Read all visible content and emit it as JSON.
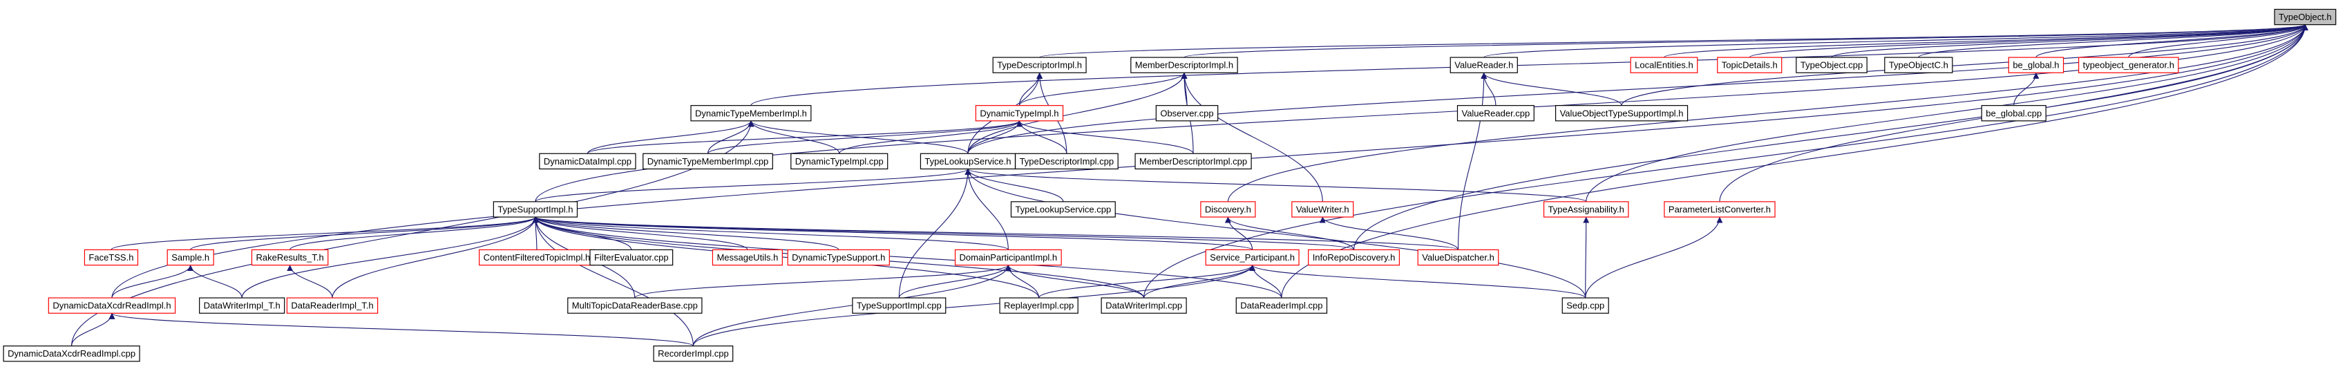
{
  "colors": {
    "edge": "#191970",
    "node_border": "#000000",
    "node_border_incomplete": "#ff0000",
    "root_fill": "#bfbfbf",
    "node_fill": "#ffffff"
  },
  "nodes": [
    {
      "id": "n0",
      "label": "TypeObject.h",
      "style": "root"
    },
    {
      "id": "n1",
      "label": "TypeDescriptorImpl.h",
      "style": "normal"
    },
    {
      "id": "n2",
      "label": "MemberDescriptorImpl.h",
      "style": "normal"
    },
    {
      "id": "n3",
      "label": "ValueReader.h",
      "style": "normal"
    },
    {
      "id": "n4",
      "label": "LocalEntities.h",
      "style": "red"
    },
    {
      "id": "n5",
      "label": "TopicDetails.h",
      "style": "red"
    },
    {
      "id": "n6",
      "label": "TypeObject.cpp",
      "style": "normal"
    },
    {
      "id": "n7",
      "label": "TypeObjectC.h",
      "style": "normal"
    },
    {
      "id": "n8",
      "label": "be_global.h",
      "style": "red"
    },
    {
      "id": "n9",
      "label": "typeobject_generator.h",
      "style": "red"
    },
    {
      "id": "n10",
      "label": "DynamicTypeMemberImpl.h",
      "style": "normal"
    },
    {
      "id": "n11",
      "label": "DynamicTypeImpl.h",
      "style": "red"
    },
    {
      "id": "n12",
      "label": "Observer.cpp",
      "style": "normal"
    },
    {
      "id": "n13",
      "label": "ValueReader.cpp",
      "style": "normal"
    },
    {
      "id": "n14",
      "label": "ValueObjectTypeSupportImpl.h",
      "style": "normal"
    },
    {
      "id": "n15",
      "label": "be_global.cpp",
      "style": "normal"
    },
    {
      "id": "n16",
      "label": "DynamicDataImpl.cpp",
      "style": "normal"
    },
    {
      "id": "n17",
      "label": "DynamicTypeMemberImpl.cpp",
      "style": "normal"
    },
    {
      "id": "n18",
      "label": "DynamicTypeImpl.cpp",
      "style": "normal"
    },
    {
      "id": "n19",
      "label": "TypeLookupService.h",
      "style": "normal"
    },
    {
      "id": "n20",
      "label": "TypeDescriptorImpl.cpp",
      "style": "normal"
    },
    {
      "id": "n21",
      "label": "MemberDescriptorImpl.cpp",
      "style": "normal"
    },
    {
      "id": "n22",
      "label": "TypeSupportImpl.h",
      "style": "normal"
    },
    {
      "id": "n23",
      "label": "TypeLookupService.cpp",
      "style": "normal"
    },
    {
      "id": "n24",
      "label": "Discovery.h",
      "style": "red"
    },
    {
      "id": "n25",
      "label": "ValueWriter.h",
      "style": "red"
    },
    {
      "id": "n26",
      "label": "TypeAssignability.h",
      "style": "red"
    },
    {
      "id": "n27",
      "label": "ParameterListConverter.h",
      "style": "red"
    },
    {
      "id": "n28",
      "label": "FaceTSS.h",
      "style": "red"
    },
    {
      "id": "n29",
      "label": "Sample.h",
      "style": "red"
    },
    {
      "id": "n30",
      "label": "RakeResults_T.h",
      "style": "red"
    },
    {
      "id": "n31",
      "label": "ContentFilteredTopicImpl.h",
      "style": "red"
    },
    {
      "id": "n32",
      "label": "FilterEvaluator.cpp",
      "style": "normal"
    },
    {
      "id": "n33",
      "label": "MessageUtils.h",
      "style": "red"
    },
    {
      "id": "n34",
      "label": "DynamicTypeSupport.h",
      "style": "red"
    },
    {
      "id": "n35",
      "label": "DomainParticipantImpl.h",
      "style": "red"
    },
    {
      "id": "n36",
      "label": "Service_Participant.h",
      "style": "red"
    },
    {
      "id": "n37",
      "label": "InfoRepoDiscovery.h",
      "style": "red"
    },
    {
      "id": "n38",
      "label": "ValueDispatcher.h",
      "style": "red"
    },
    {
      "id": "n39",
      "label": "DynamicDataXcdrReadImpl.h",
      "style": "red"
    },
    {
      "id": "n40",
      "label": "DataWriterImpl_T.h",
      "style": "normal"
    },
    {
      "id": "n41",
      "label": "DataReaderImpl_T.h",
      "style": "red"
    },
    {
      "id": "n42",
      "label": "MultiTopicDataReaderBase.cpp",
      "style": "normal"
    },
    {
      "id": "n43",
      "label": "TypeSupportImpl.cpp",
      "style": "normal"
    },
    {
      "id": "n44",
      "label": "ReplayerImpl.cpp",
      "style": "normal"
    },
    {
      "id": "n45",
      "label": "DataWriterImpl.cpp",
      "style": "normal"
    },
    {
      "id": "n46",
      "label": "DataReaderImpl.cpp",
      "style": "normal"
    },
    {
      "id": "n47",
      "label": "Sedp.cpp",
      "style": "normal"
    },
    {
      "id": "n48",
      "label": "DynamicDataXcdrReadImpl.cpp",
      "style": "normal"
    },
    {
      "id": "n49",
      "label": "RecorderImpl.cpp",
      "style": "normal"
    }
  ],
  "edges": [
    [
      "n1",
      "n0"
    ],
    [
      "n2",
      "n0"
    ],
    [
      "n3",
      "n0"
    ],
    [
      "n4",
      "n0"
    ],
    [
      "n5",
      "n0"
    ],
    [
      "n6",
      "n0"
    ],
    [
      "n7",
      "n0"
    ],
    [
      "n8",
      "n0"
    ],
    [
      "n9",
      "n0"
    ],
    [
      "n10",
      "n0"
    ],
    [
      "n19",
      "n0"
    ],
    [
      "n22",
      "n0"
    ],
    [
      "n24",
      "n0"
    ],
    [
      "n14",
      "n0"
    ],
    [
      "n26",
      "n0"
    ],
    [
      "n27",
      "n0"
    ],
    [
      "n45",
      "n0"
    ],
    [
      "n46",
      "n0"
    ],
    [
      "n39",
      "n0"
    ],
    [
      "n37",
      "n0"
    ],
    [
      "n11",
      "n1"
    ],
    [
      "n19",
      "n1"
    ],
    [
      "n20",
      "n1"
    ],
    [
      "n11",
      "n2"
    ],
    [
      "n12",
      "n2"
    ],
    [
      "n19",
      "n2"
    ],
    [
      "n21",
      "n2"
    ],
    [
      "n25",
      "n2"
    ],
    [
      "n13",
      "n3"
    ],
    [
      "n14",
      "n3"
    ],
    [
      "n38",
      "n3"
    ],
    [
      "n15",
      "n8"
    ],
    [
      "n16",
      "n10"
    ],
    [
      "n17",
      "n10"
    ],
    [
      "n18",
      "n10"
    ],
    [
      "n19",
      "n10"
    ],
    [
      "n48",
      "n10"
    ],
    [
      "n16",
      "n11"
    ],
    [
      "n17",
      "n11"
    ],
    [
      "n18",
      "n11"
    ],
    [
      "n19",
      "n11"
    ],
    [
      "n20",
      "n11"
    ],
    [
      "n21",
      "n11"
    ],
    [
      "n22",
      "n19"
    ],
    [
      "n23",
      "n19"
    ],
    [
      "n35",
      "n19"
    ],
    [
      "n43",
      "n19"
    ],
    [
      "n26",
      "n19"
    ],
    [
      "n47",
      "n19"
    ],
    [
      "n28",
      "n22"
    ],
    [
      "n29",
      "n22"
    ],
    [
      "n30",
      "n22"
    ],
    [
      "n31",
      "n22"
    ],
    [
      "n32",
      "n22"
    ],
    [
      "n33",
      "n22"
    ],
    [
      "n34",
      "n22"
    ],
    [
      "n35",
      "n22"
    ],
    [
      "n36",
      "n22"
    ],
    [
      "n37",
      "n22"
    ],
    [
      "n38",
      "n22"
    ],
    [
      "n40",
      "n22"
    ],
    [
      "n41",
      "n22"
    ],
    [
      "n42",
      "n22"
    ],
    [
      "n44",
      "n22"
    ],
    [
      "n45",
      "n22"
    ],
    [
      "n46",
      "n22"
    ],
    [
      "n49",
      "n22"
    ],
    [
      "n36",
      "n24"
    ],
    [
      "n37",
      "n24"
    ],
    [
      "n38",
      "n25"
    ],
    [
      "n47",
      "n26"
    ],
    [
      "n47",
      "n27"
    ],
    [
      "n39",
      "n29"
    ],
    [
      "n40",
      "n29"
    ],
    [
      "n41",
      "n30"
    ],
    [
      "n42",
      "n35"
    ],
    [
      "n43",
      "n35"
    ],
    [
      "n44",
      "n35"
    ],
    [
      "n45",
      "n35"
    ],
    [
      "n49",
      "n35"
    ],
    [
      "n44",
      "n36"
    ],
    [
      "n45",
      "n36"
    ],
    [
      "n46",
      "n36"
    ],
    [
      "n47",
      "n36"
    ],
    [
      "n49",
      "n36"
    ],
    [
      "n48",
      "n39"
    ],
    [
      "n49",
      "n39"
    ]
  ]
}
